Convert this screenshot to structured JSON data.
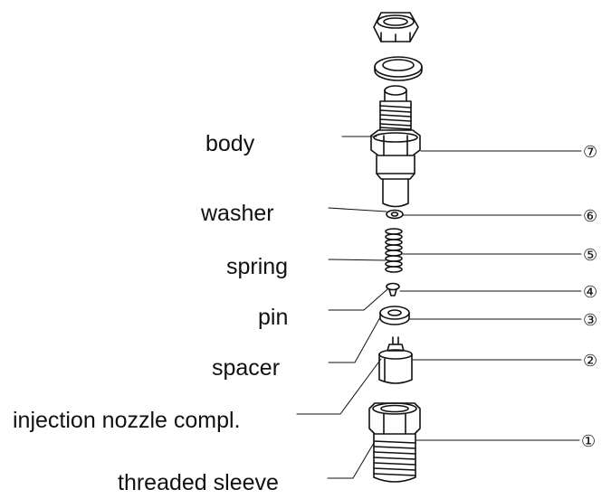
{
  "labels": {
    "body": "body",
    "washer": "washer",
    "spring": "spring",
    "pin": "pin",
    "spacer": "spacer",
    "nozzle": "injection nozzle compl.",
    "sleeve": "threaded sleeve"
  },
  "callouts": [
    "⑦",
    "⑥",
    "⑤",
    "④",
    "③",
    "②",
    "①"
  ],
  "colors": {
    "ink": "#111111",
    "background": "#ffffff"
  }
}
